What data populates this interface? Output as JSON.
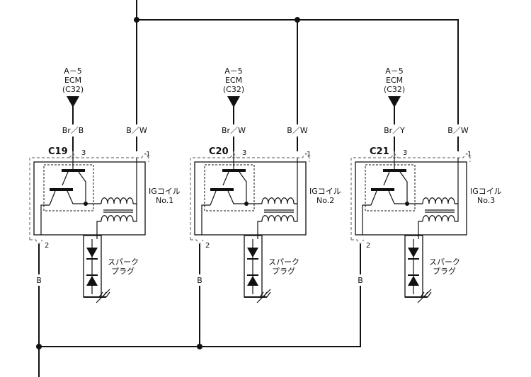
{
  "coils": [
    {
      "connector": "C19",
      "ecm_ref": [
        "A－5",
        "ECM",
        "(C32)"
      ],
      "signal_wire": "Br／B",
      "power_wire": "B／W",
      "pin_signal": "3",
      "pin_power": "1",
      "pin_ground": "2",
      "coil_label": [
        "IGコイル",
        "No.1"
      ],
      "plug_label": [
        "スパーク",
        "プラグ"
      ],
      "ground_wire": "B"
    },
    {
      "connector": "C20",
      "ecm_ref": [
        "A－5",
        "ECM",
        "(C32)"
      ],
      "signal_wire": "Br／W",
      "power_wire": "B／W",
      "pin_signal": "3",
      "pin_power": "1",
      "pin_ground": "2",
      "coil_label": [
        "IGコイル",
        "No.2"
      ],
      "plug_label": [
        "スパーク",
        "プラグ"
      ],
      "ground_wire": "B"
    },
    {
      "connector": "C21",
      "ecm_ref": [
        "A－5",
        "ECM",
        "(C32)"
      ],
      "signal_wire": "Br／Y",
      "power_wire": "B／W",
      "pin_signal": "3",
      "pin_power": "1",
      "pin_ground": "2",
      "coil_label": [
        "IGコイル",
        "No.3"
      ],
      "plug_label": [
        "スパーク",
        "プラグ"
      ],
      "ground_wire": "B"
    }
  ]
}
